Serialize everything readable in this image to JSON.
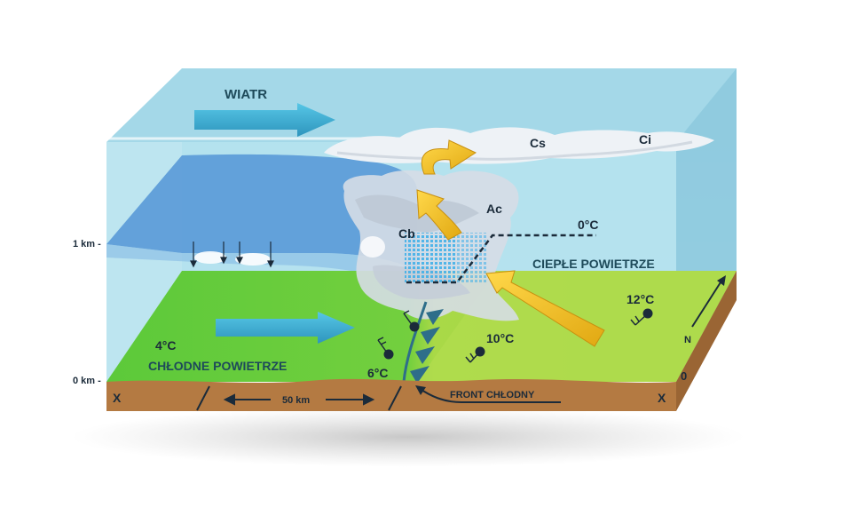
{
  "labels": {
    "wind": "WIATR",
    "cold_air": "CHŁODNE POWIETRZE",
    "warm_air": "CIEPŁE POWIETRZE",
    "cold_front": "FRONT CHŁODNY",
    "distance": "50 km",
    "north": "N",
    "freezing_level": "0°C",
    "altitude_top": "1 km -",
    "altitude_bottom": "0 km -",
    "section_left": "X",
    "section_right": "X",
    "right_zero": "0"
  },
  "clouds": {
    "cirrostratus": "Cs",
    "cirrus": "Ci",
    "altocumulus": "Ac",
    "cumulonimbus": "Cb"
  },
  "temperatures": {
    "cold_far": "4°C",
    "cold_near_front": "6°C",
    "warm_near_front": "10°C",
    "warm_far": "12°C"
  },
  "colors": {
    "sky": "#a9dbe9",
    "sky_side": "#8fcbe0",
    "cold_air_mass": "#5b9bd8",
    "grass_cold": "#5fca3a",
    "grass_warm": "#a6d94a",
    "soil": "#b47a42",
    "arrow_blue": "#3fb3d6",
    "arrow_yellow": "#f2c21b",
    "front_triangles": "#2e6e8a"
  }
}
